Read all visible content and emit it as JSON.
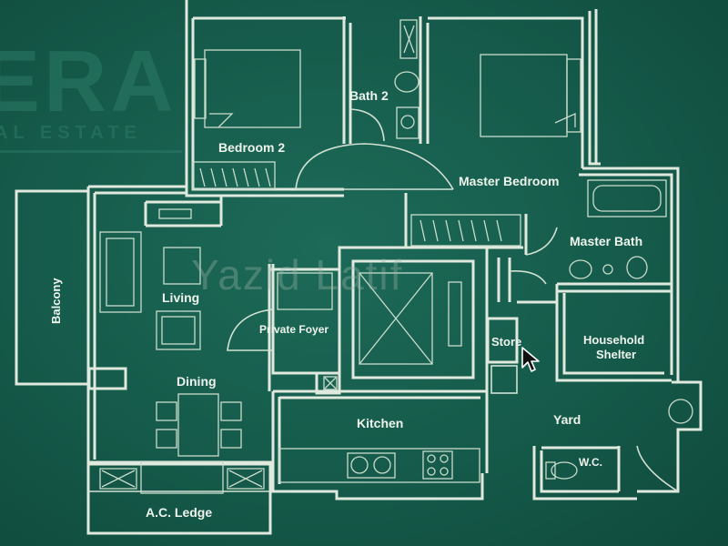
{
  "watermark": {
    "brand": "ERA",
    "brand_sub": "AL ESTATE",
    "agent_name": "Yazid Latif"
  },
  "rooms": {
    "bedroom2": "Bedroom 2",
    "bath2": "Bath 2",
    "master_bedroom": "Master Bedroom",
    "master_bath": "Master Bath",
    "balcony": "Balcony",
    "living": "Living",
    "dining": "Dining",
    "foyer": "Private Foyer",
    "store": "Store",
    "household_shelter": "Household Shelter",
    "kitchen": "Kitchen",
    "yard": "Yard",
    "wc": "W.C.",
    "ac_ledge": "A.C. Ledge"
  },
  "colors": {
    "background": "#17594a",
    "lines": "#dfe9de",
    "labels": "#eef4ec"
  },
  "icons": {
    "cursor": "mouse-pointer-icon"
  }
}
